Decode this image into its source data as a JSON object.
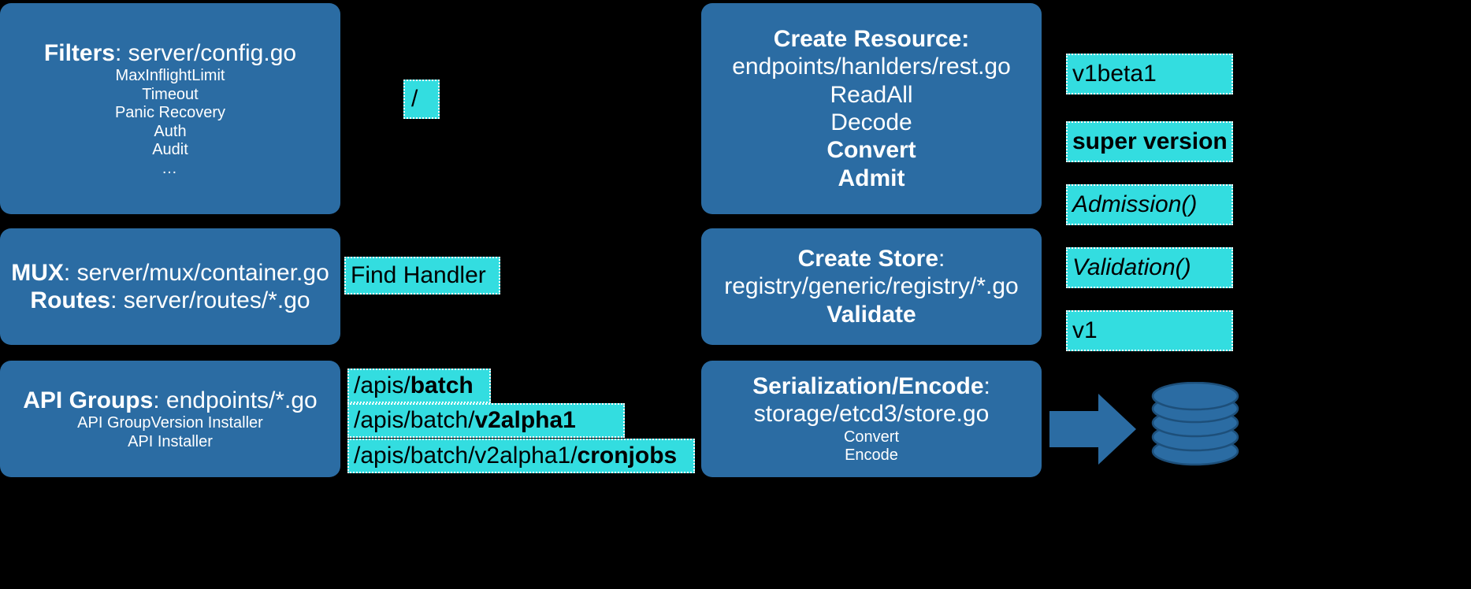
{
  "diagram": {
    "title": "Kubernetes API Server request flow",
    "background_color": "#000000",
    "box_color": "#2b6ca3",
    "label_color": "#33dde0",
    "box_text_color": "#ffffff",
    "label_text_color": "#000000"
  },
  "left_column": {
    "filters": {
      "header_bold": "Filters",
      "header_rest": ": server/config.go",
      "items": [
        "MaxInflightLimit",
        "Timeout",
        "Panic Recovery",
        "Auth",
        "Audit",
        "…"
      ]
    },
    "mux": {
      "line1_bold": "MUX",
      "line1_rest": ": server/mux/container.go",
      "line2_bold": "Routes",
      "line2_rest": ": server/routes/*.go"
    },
    "api_groups": {
      "header_bold": "API Groups",
      "header_rest": ": endpoints/*.go",
      "items": [
        "API GroupVersion Installer",
        "API Installer"
      ]
    }
  },
  "middle_labels": {
    "root_path": "/",
    "find_handler": "Find Handler",
    "paths": [
      {
        "prefix": "/apis/",
        "bold": "batch"
      },
      {
        "prefix": "/apis/batch/",
        "bold": "v2alpha1"
      },
      {
        "prefix": "/apis/batch/v2alpha1/",
        "bold": "cronjobs"
      }
    ]
  },
  "right_column": {
    "create_resource": {
      "header_bold": "Create Resource:",
      "path": "endpoints/hanlders/rest.go",
      "steps": [
        "ReadAll",
        "Decode"
      ],
      "bold_steps": [
        "Convert",
        "Admit"
      ]
    },
    "create_store": {
      "header_bold": "Create Store",
      "header_rest": ":",
      "path": "registry/generic/registry/*.go",
      "bold_steps": [
        "Validate"
      ]
    },
    "serialization": {
      "header_bold": "Serialization/Encode",
      "header_rest": ":",
      "path": "storage/etcd3/store.go",
      "items": [
        "Convert",
        "Encode"
      ]
    }
  },
  "version_labels": [
    {
      "text": "v1beta1",
      "style": "normal"
    },
    {
      "text": "super version",
      "style": "bold"
    },
    {
      "text": "Admission()",
      "style": "italic"
    },
    {
      "text": "Validation()",
      "style": "italic"
    },
    {
      "text": "v1",
      "style": "normal"
    }
  ],
  "storage": {
    "arrow_name": "arrow-to-datastore",
    "database_name": "etcd-datastore"
  }
}
